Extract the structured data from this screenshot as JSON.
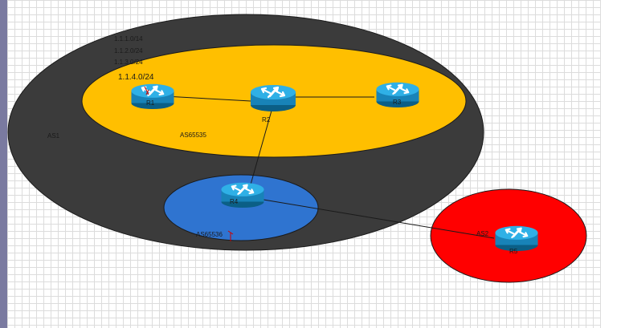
{
  "colors": {
    "as1": "#3b3b3b",
    "as65535": "#ffbf00",
    "as65536": "#2f74d0",
    "as2": "#ff0000",
    "router": "#1f9ccf",
    "link": "#1a1a1a"
  },
  "icons": {
    "router": "router-icon"
  },
  "zones": {
    "as1": "AS1",
    "as65535": "AS65535",
    "as65536": "AS65536",
    "as2": "AS2"
  },
  "routers": {
    "r1": "R1",
    "r2": "R2",
    "r3": "R3",
    "r4": "R4",
    "r5": "R5"
  },
  "networks": [
    "1.1.1.0/14",
    "1.1.2.0/24",
    "1.1.3.0/24",
    "1.1.4.0/24"
  ]
}
